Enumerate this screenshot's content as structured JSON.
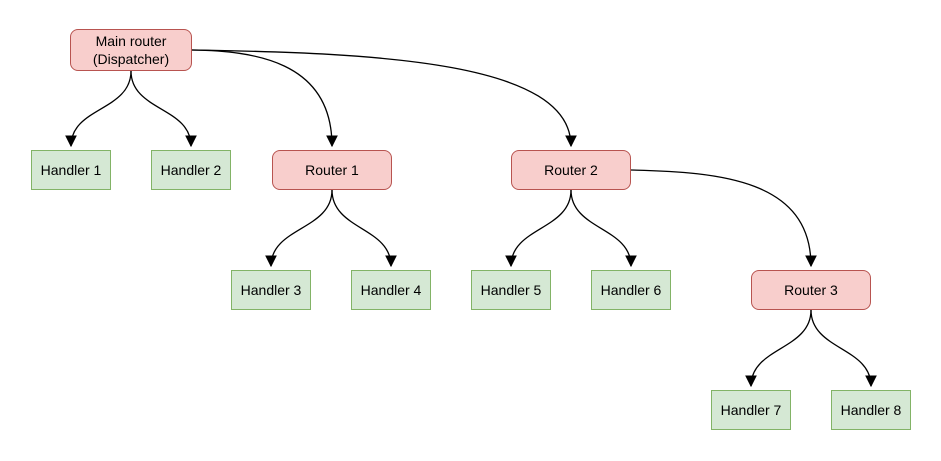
{
  "diagram": {
    "type": "tree-flowchart",
    "colors": {
      "router_fill": "#f8cecc",
      "router_stroke": "#b85450",
      "handler_fill": "#d5e8d4",
      "handler_stroke": "#82b366",
      "edge_stroke": "#000000",
      "background": "#ffffff",
      "text": "#000000"
    },
    "nodes": [
      {
        "id": "main-router",
        "kind": "router",
        "label": "Main router\n(Dispatcher)"
      },
      {
        "id": "handler-1",
        "kind": "handler",
        "label": "Handler 1"
      },
      {
        "id": "handler-2",
        "kind": "handler",
        "label": "Handler 2"
      },
      {
        "id": "router-1",
        "kind": "router",
        "label": "Router 1"
      },
      {
        "id": "router-2",
        "kind": "router",
        "label": "Router 2"
      },
      {
        "id": "handler-3",
        "kind": "handler",
        "label": "Handler 3"
      },
      {
        "id": "handler-4",
        "kind": "handler",
        "label": "Handler 4"
      },
      {
        "id": "handler-5",
        "kind": "handler",
        "label": "Handler 5"
      },
      {
        "id": "handler-6",
        "kind": "handler",
        "label": "Handler 6"
      },
      {
        "id": "router-3",
        "kind": "router",
        "label": "Router 3"
      },
      {
        "id": "handler-7",
        "kind": "handler",
        "label": "Handler 7"
      },
      {
        "id": "handler-8",
        "kind": "handler",
        "label": "Handler 8"
      }
    ],
    "edges": [
      {
        "from": "main-router",
        "to": "handler-1"
      },
      {
        "from": "main-router",
        "to": "handler-2"
      },
      {
        "from": "main-router",
        "to": "router-1"
      },
      {
        "from": "main-router",
        "to": "router-2"
      },
      {
        "from": "router-1",
        "to": "handler-3"
      },
      {
        "from": "router-1",
        "to": "handler-4"
      },
      {
        "from": "router-2",
        "to": "handler-5"
      },
      {
        "from": "router-2",
        "to": "handler-6"
      },
      {
        "from": "router-2",
        "to": "router-3"
      },
      {
        "from": "router-3",
        "to": "handler-7"
      },
      {
        "from": "router-3",
        "to": "handler-8"
      }
    ]
  }
}
